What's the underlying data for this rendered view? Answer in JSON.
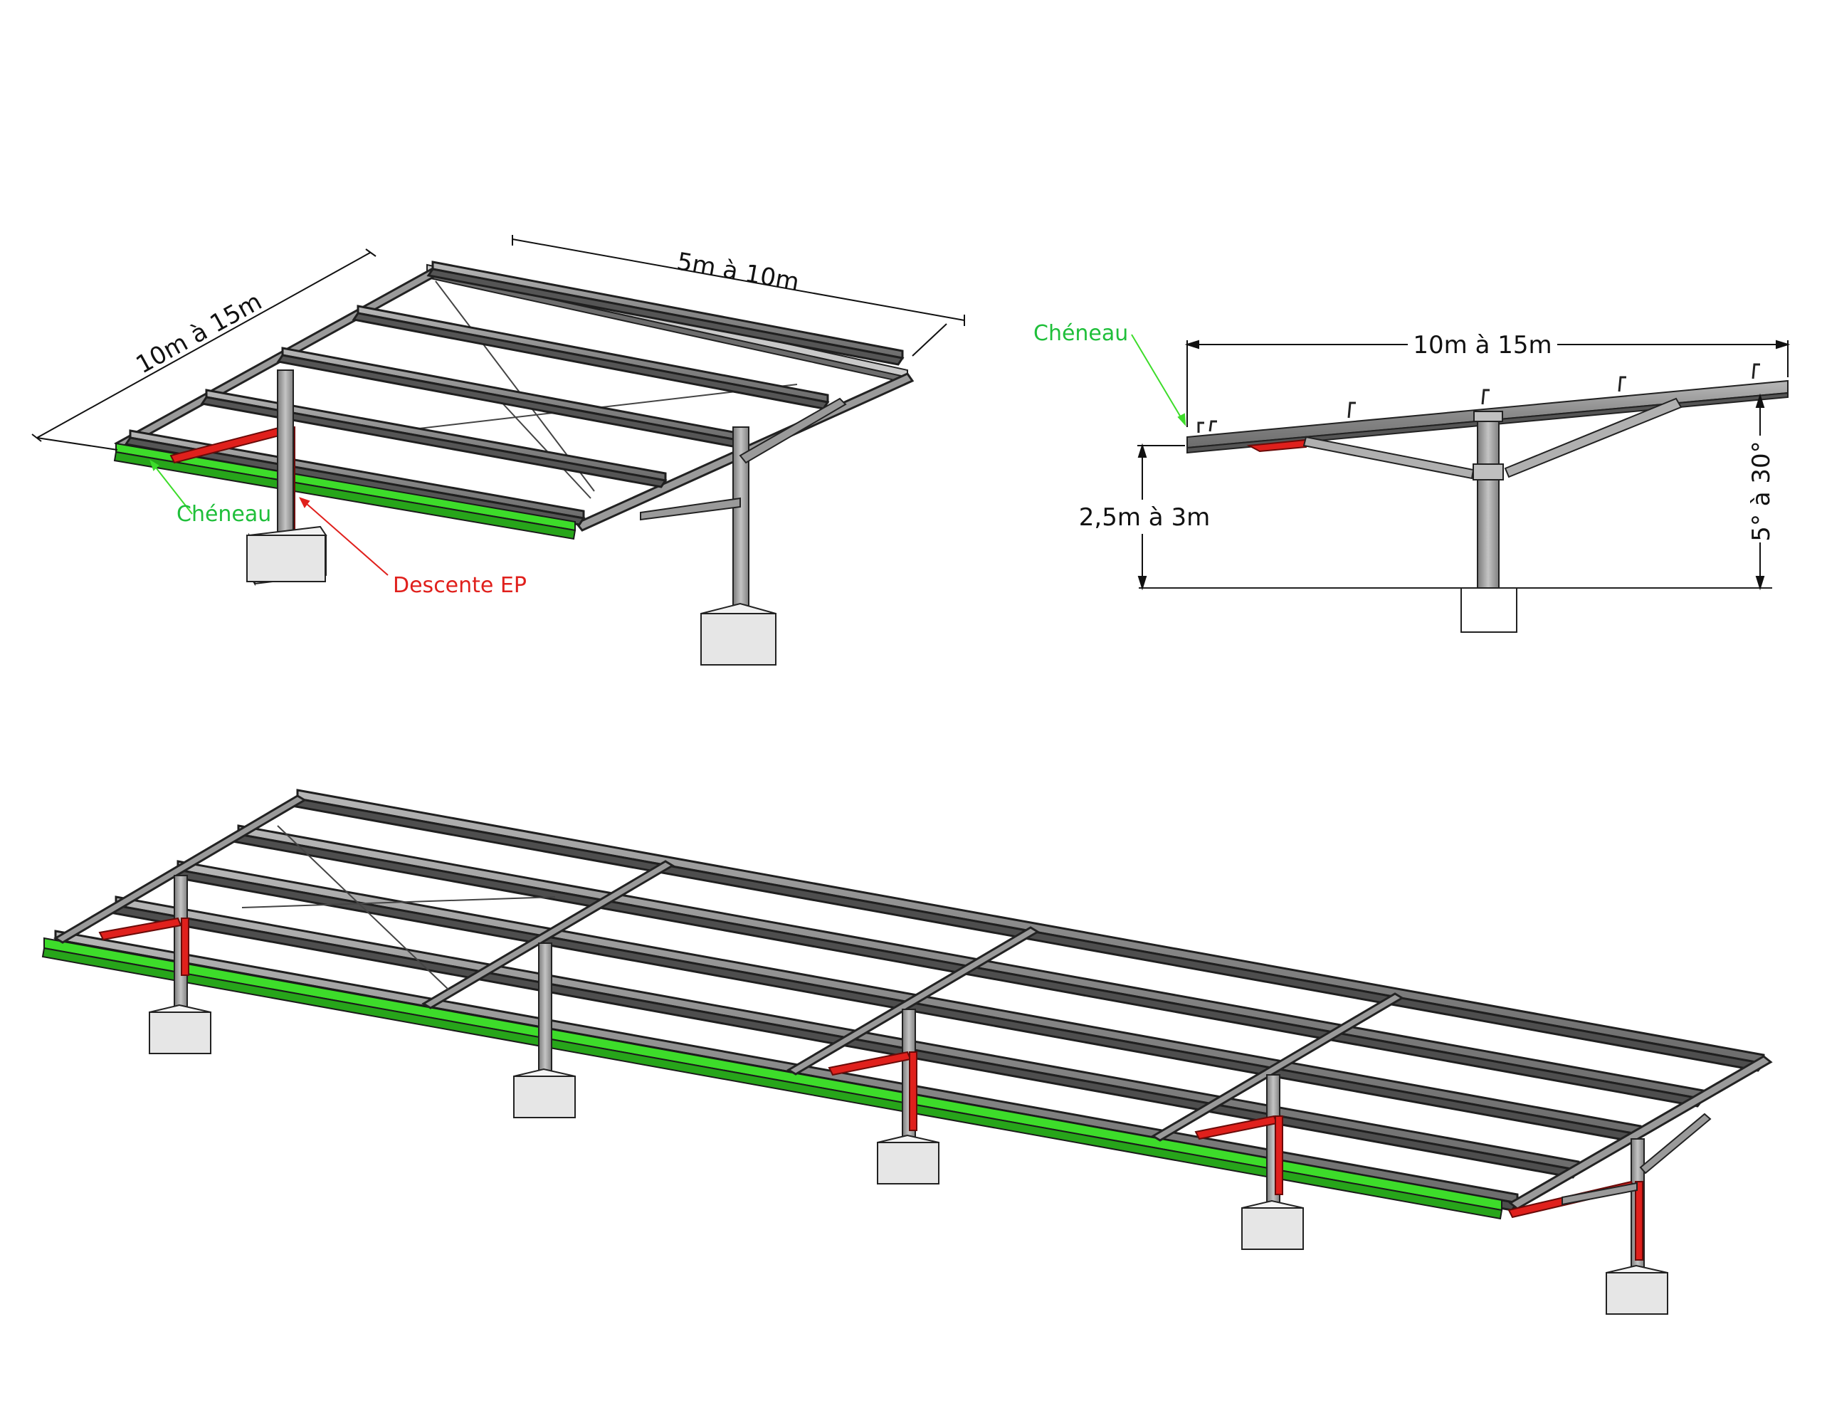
{
  "labels": {
    "top_left": {
      "width_dim": "5m à 10m",
      "length_dim": "10m à 15m",
      "gutter": "Chéneau",
      "downpipe": "Descente EP"
    },
    "side_view": {
      "gutter": "Chéneau",
      "span_dim": "10m à 15m",
      "height_dim": "2,5m à 3m",
      "angle_dim": "5° à 30°"
    }
  },
  "colors": {
    "steel": "#8c8c8c",
    "steel_dark": "#2e2e2e",
    "gutter": "#3ddc2a",
    "downpipe": "#e0201c",
    "label_green": "#1fbf3a",
    "label_red": "#e0201c",
    "concrete": "#e6e6e6"
  }
}
